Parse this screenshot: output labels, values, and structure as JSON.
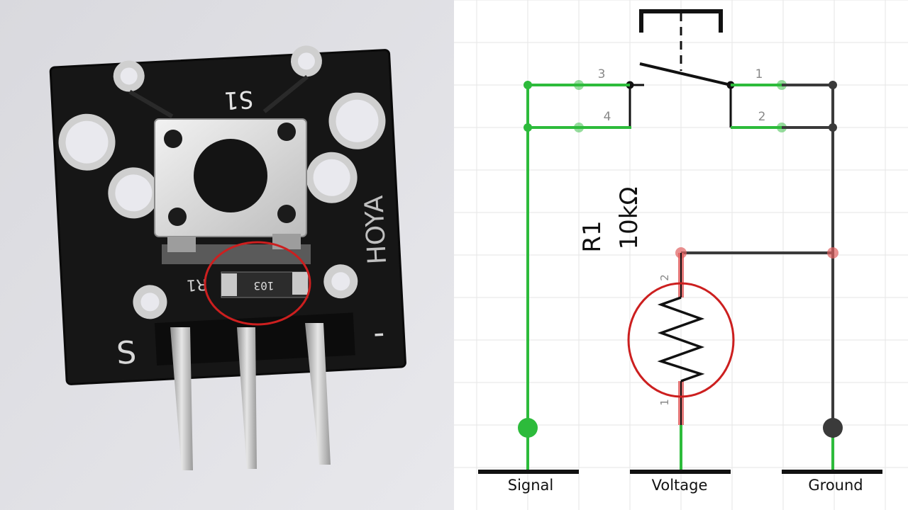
{
  "photo": {
    "silkscreen_switch_label": "S1",
    "silkscreen_resistor_label": "R1",
    "resistor_code": "103",
    "silkscreen_brand": "HOYA",
    "pin_label_signal": "S",
    "pin_label_ground": "-"
  },
  "schematic": {
    "pins": {
      "p3": "3",
      "p4": "4",
      "p1": "1",
      "p2": "2"
    },
    "resistor": {
      "name": "R1",
      "value": "10kΩ",
      "pin_top": "2",
      "pin_bottom": "1"
    },
    "terminals": {
      "signal": "Signal",
      "voltage": "Voltage",
      "ground": "Ground"
    },
    "colors": {
      "signal_wire": "#2dbb3b",
      "ground_wire": "#3a3a3a",
      "resistor_lead": "#e06060",
      "highlight_circle": "#cc1f1f",
      "pcb": "#111111"
    }
  }
}
